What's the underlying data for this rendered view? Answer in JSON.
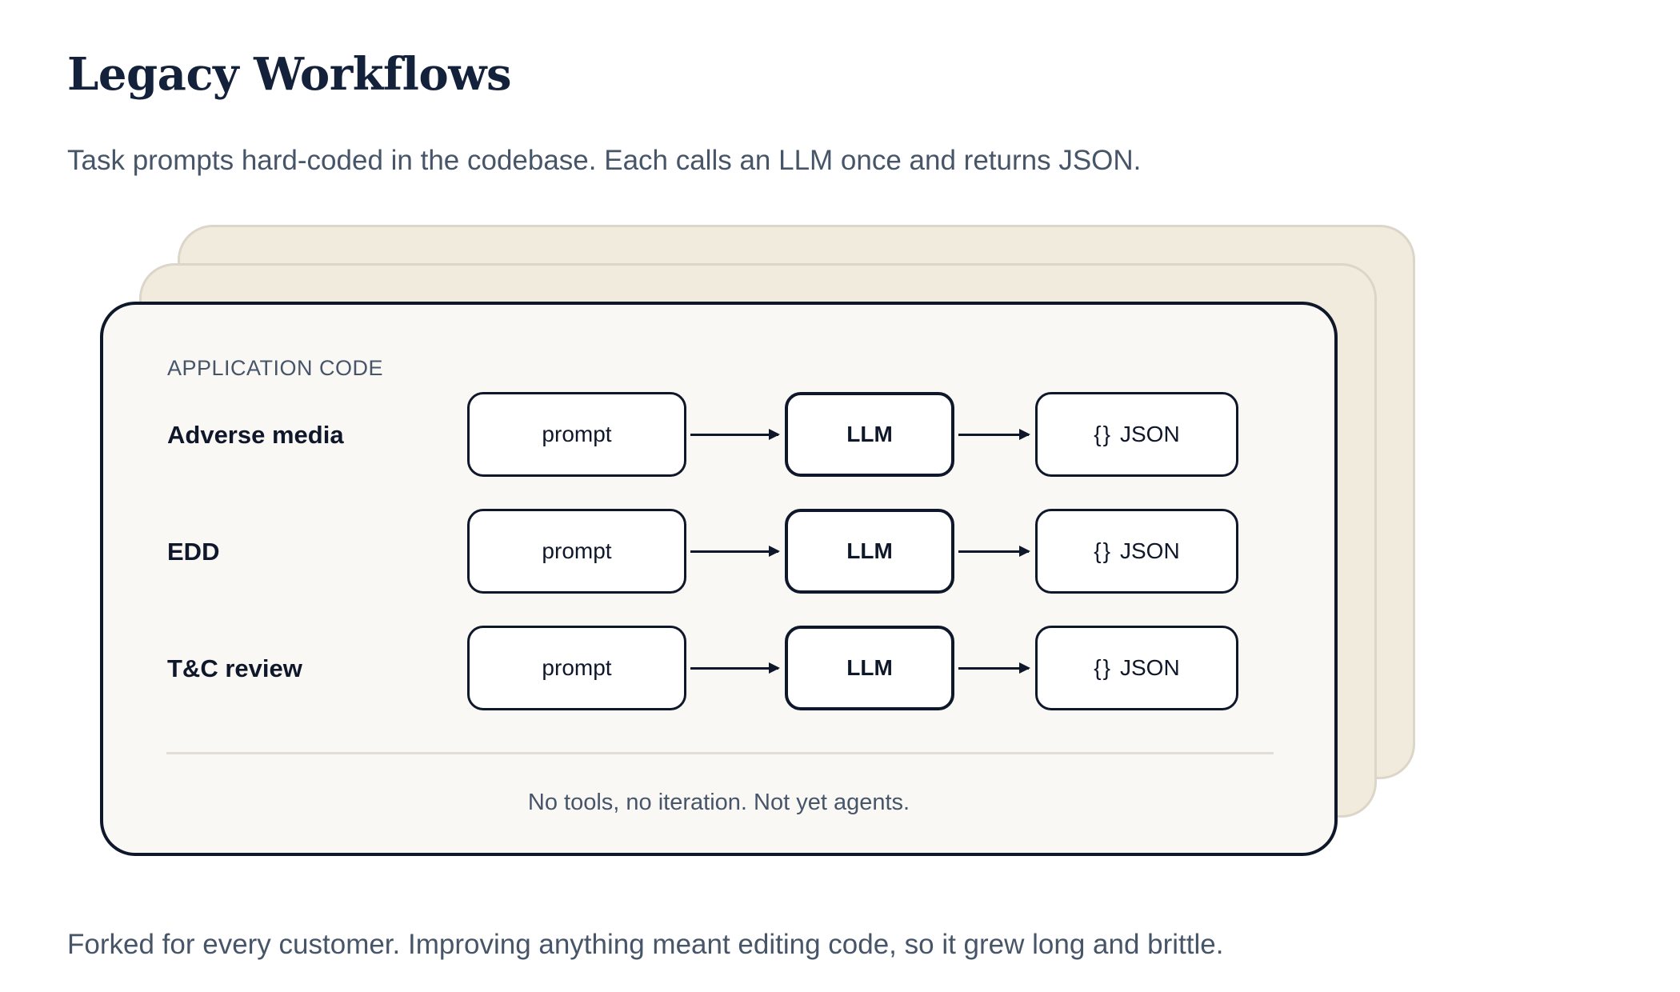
{
  "header": {
    "title": "Legacy Workflows",
    "subtitle": "Task prompts hard-coded in the codebase. Each calls an LLM once and returns JSON."
  },
  "diagram": {
    "section_label": "APPLICATION CODE",
    "rows": [
      {
        "label": "Adverse media",
        "prompt": "prompt",
        "model": "LLM",
        "output_icon": "{}",
        "output": "JSON"
      },
      {
        "label": "EDD",
        "prompt": "prompt",
        "model": "LLM",
        "output_icon": "{}",
        "output": "JSON"
      },
      {
        "label": "T&C review",
        "prompt": "prompt",
        "model": "LLM",
        "output_icon": "{}",
        "output": "JSON"
      }
    ],
    "caption": "No tools, no iteration. Not yet agents."
  },
  "footer": {
    "note": "Forked for every customer. Improving anything meant editing code, so it grew long and brittle."
  },
  "colors": {
    "ink": "#0f172a",
    "muted": "#475569",
    "card_background": "#faf8f5",
    "stack_background": "#f1ebde",
    "stack_border": "#dcd6c8"
  }
}
